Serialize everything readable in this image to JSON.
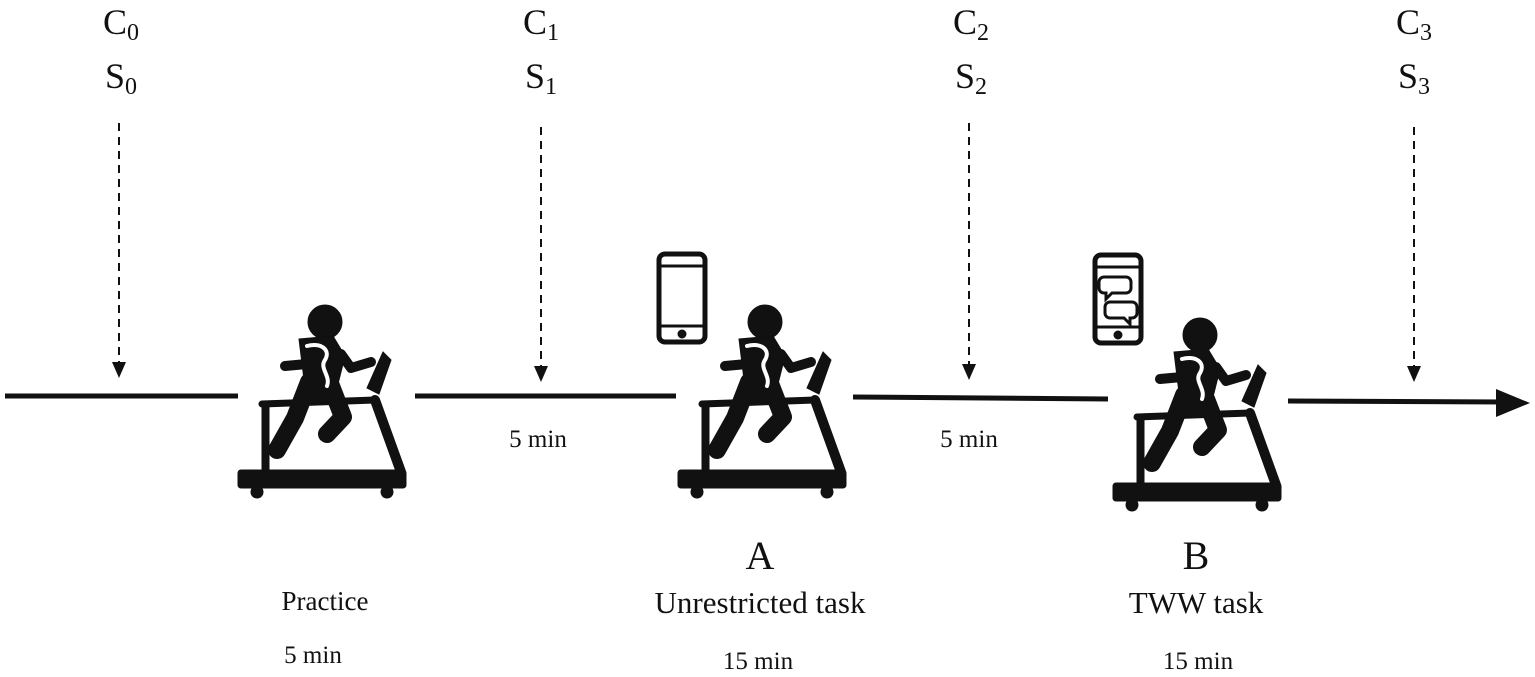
{
  "checkpoints": [
    {
      "c_main": "C",
      "c_sub": "0",
      "s_main": "S",
      "s_sub": "0"
    },
    {
      "c_main": "C",
      "c_sub": "1",
      "s_main": "S",
      "s_sub": "1"
    },
    {
      "c_main": "C",
      "c_sub": "2",
      "s_main": "S",
      "s_sub": "2"
    },
    {
      "c_main": "C",
      "c_sub": "3",
      "s_main": "S",
      "s_sub": "3"
    }
  ],
  "intervals": [
    {
      "duration": "5 min"
    },
    {
      "duration": "5 min"
    }
  ],
  "stages": [
    {
      "letter": "",
      "name": "Practice",
      "duration": "5 min"
    },
    {
      "letter": "A",
      "name": "Unrestricted task",
      "duration": "15 min"
    },
    {
      "letter": "B",
      "name": "TWW task",
      "duration": "15 min"
    }
  ],
  "icons": {
    "treadmill": "treadmill-runner-icon",
    "phone_blank": "smartphone-icon",
    "phone_chat": "smartphone-chat-icon"
  },
  "colors": {
    "ink": "#111111",
    "background": "#ffffff"
  }
}
